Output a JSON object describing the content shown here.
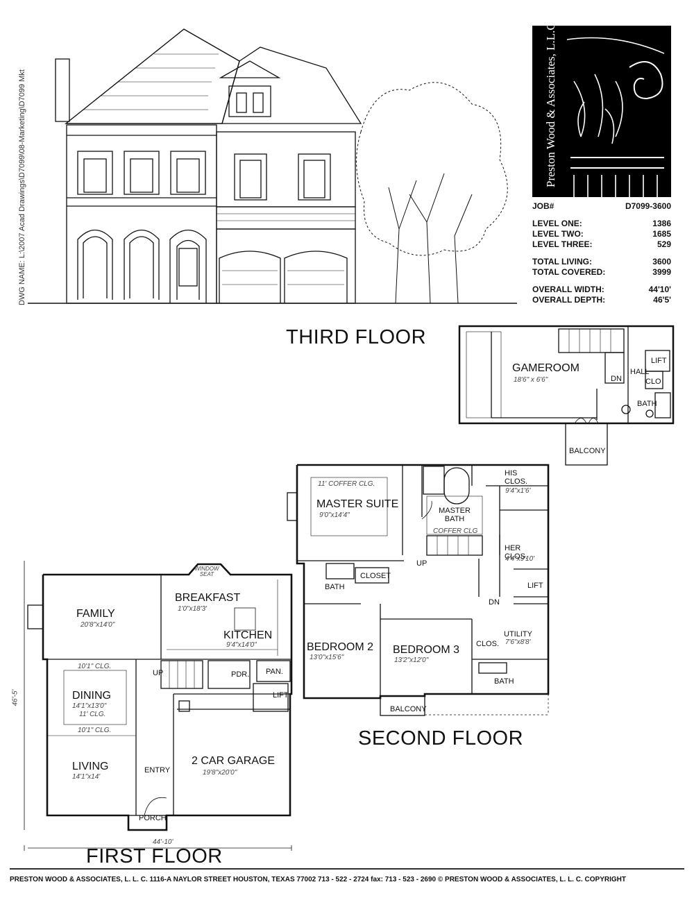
{
  "logo": {
    "company": "Preston Wood & Associates, L.L.C."
  },
  "dwg_name": "DWG NAME: L:\\2007 Acad Drawings\\D7099\\08-Marketing\\D7099 Mkt",
  "stats": {
    "job_label": "JOB#",
    "job_value": "D7099-3600",
    "level_one_label": "LEVEL ONE:",
    "level_one_value": "1386",
    "level_two_label": "LEVEL TWO:",
    "level_two_value": "1685",
    "level_three_label": "LEVEL THREE:",
    "level_three_value": "529",
    "total_living_label": "TOTAL LIVING:",
    "total_living_value": "3600",
    "total_covered_label": "TOTAL COVERED:",
    "total_covered_value": "3999",
    "overall_width_label": "OVERALL WIDTH:",
    "overall_width_value": "44'10'",
    "overall_depth_label": "OVERALL DEPTH:",
    "overall_depth_value": "46'5'"
  },
  "floors": {
    "third": {
      "title": "THIRD FLOOR",
      "gameroom": "GAMEROOM",
      "gameroom_dim": "18'6\" x 6'6\"",
      "lift": "LIFT",
      "hall": "HALL",
      "clo": "CLO",
      "bath": "BATH",
      "dn": "DN",
      "balcony": "BALCONY"
    },
    "second": {
      "title": "SECOND FLOOR",
      "master_suite": "MASTER SUITE",
      "master_dim": "9'0\"x14'4\"",
      "coffer_clg": "11' COFFER CLG.",
      "master_bath": "MASTER BATH",
      "coffer_clg2": "COFFER CLG",
      "his_clos": "HIS CLOS.",
      "his_dim": "9'4\"x1'6'",
      "her_clos": "HER CLOS.",
      "her_dim": "4'4\"x9'10'",
      "closet": "CLOSET",
      "bath": "BATH",
      "up": "UP",
      "dn": "DN",
      "lift": "LIFT",
      "bedroom2": "BEDROOM 2",
      "bedroom2_dim": "13'0\"x15'6\"",
      "bedroom3": "BEDROOM 3",
      "bedroom3_dim": "13'2\"x12'0\"",
      "clos": "CLOS.",
      "utility": "UTILITY",
      "utility_dim": "7'6\"x8'8'",
      "bath2": "BATH",
      "balcony": "BALCONY"
    },
    "first": {
      "title": "FIRST FLOOR",
      "window_seat": "WINDOW SEAT",
      "family": "FAMILY",
      "family_dim": "20'8\"x14'0\"",
      "breakfast": "BREAKFAST",
      "breakfast_dim": "1'0\"x18'3'",
      "kitchen": "KITCHEN",
      "kitchen_dim": "9'4\"x14'0\"",
      "clg1": "10'1\" CLG.",
      "dining": "DINING",
      "dining_dim": "14'1\"x13'0\"",
      "clg2": "11' CLG.",
      "clg3": "10'1\" CLG.",
      "up": "UP",
      "pdr": "PDR.",
      "pan": "PAN.",
      "lift": "LIFT",
      "living": "LIVING",
      "living_dim": "14'1\"x14'",
      "entry": "ENTRY",
      "garage": "2 CAR GARAGE",
      "garage_dim": "19'8\"x20'0\"",
      "porch": "PORCH",
      "width_dim": "44'-10'",
      "depth_dim": "46'-5'"
    }
  },
  "footer": "PRESTON WOOD & ASSOCIATES, L. L. C.     1116-A  NAYLOR STREET   HOUSTON, TEXAS  77002   713 - 522 - 2724   fax:  713 - 523 - 2690 © PRESTON WOOD & ASSOCIATES, L. L. C.  COPYRIGHT",
  "colors": {
    "ink": "#111111",
    "logo_bg": "#000000"
  }
}
